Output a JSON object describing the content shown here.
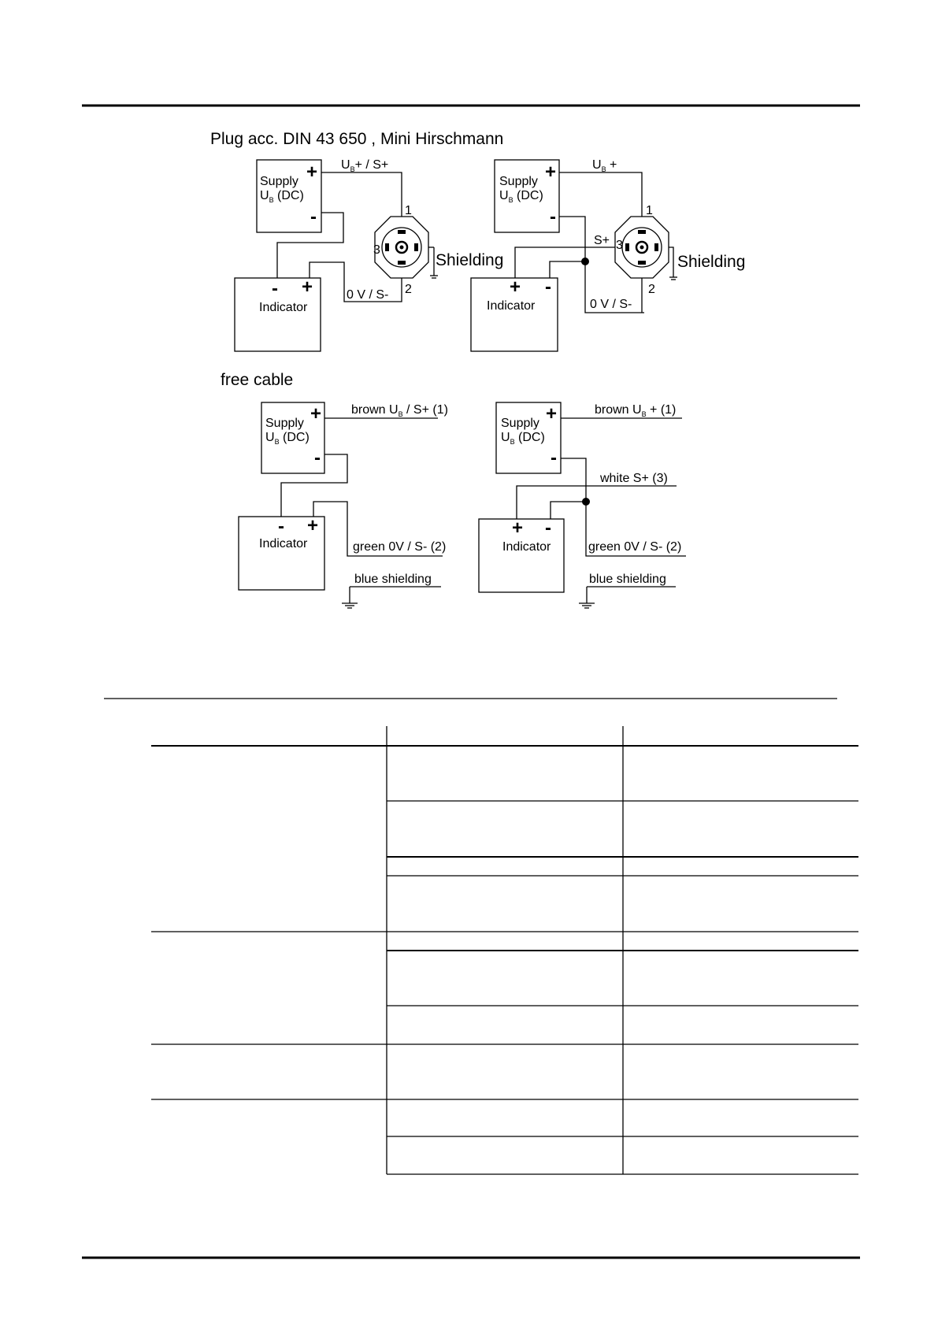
{
  "titles": {
    "plug": "Plug acc. DIN  43 650 , Mini Hirschmann",
    "free_cable": "free cable"
  },
  "labels": {
    "supply_line1": "Supply",
    "supply_line2_u": "U",
    "supply_line2_sub": "B",
    "supply_line2_rest": " (DC)",
    "indicator": "Indicator",
    "plus": "+",
    "minus": "-",
    "shielding": "Shielding",
    "pin1": "1",
    "pin2": "2",
    "pin3": "3"
  },
  "plug_2wire": {
    "ub_u": "U",
    "ub_sub": "B",
    "ub_rest": "+ / S+",
    "zero": "0 V / S-"
  },
  "plug_3wire": {
    "ub_u": "U",
    "ub_sub": "B",
    "ub_rest": " +",
    "s_plus": "S+",
    "zero": "0 V / S-"
  },
  "cable_2wire": {
    "brown_pre": "brown U",
    "brown_sub": "B",
    "brown_post": " / S+   (1)",
    "green": "green 0V / S-  (2)",
    "blue": "blue shielding"
  },
  "cable_3wire": {
    "brown_pre": "brown U",
    "brown_sub": "B",
    "brown_post": " +   (1)",
    "white": "white S+   (3)",
    "green": "green 0V / S-  (2)",
    "blue": "blue shielding"
  }
}
